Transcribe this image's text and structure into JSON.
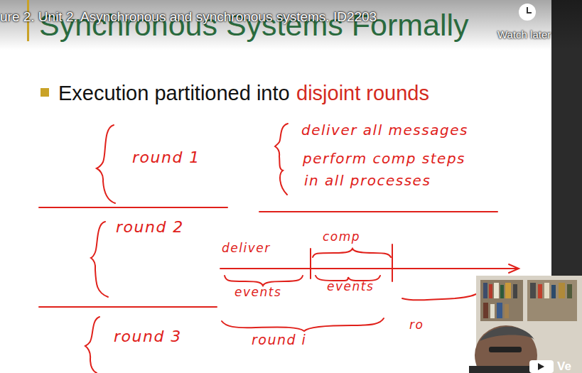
{
  "diagram": {
    "title": "Synchronous Systems Formally",
    "labels": [
      "ure 2. Unit 2. Asynchronous and synchronous systems. ID2203",
      "Watch later",
      "Execution partitioned into",
      "disjoint rounds",
      "round 1",
      "deliver all messages",
      "perform comp steps",
      "in all processes",
      "round 2",
      "deliver",
      "comp",
      "events",
      "events",
      "round 3",
      "round i",
      "ro",
      "Ve"
    ]
  }
}
